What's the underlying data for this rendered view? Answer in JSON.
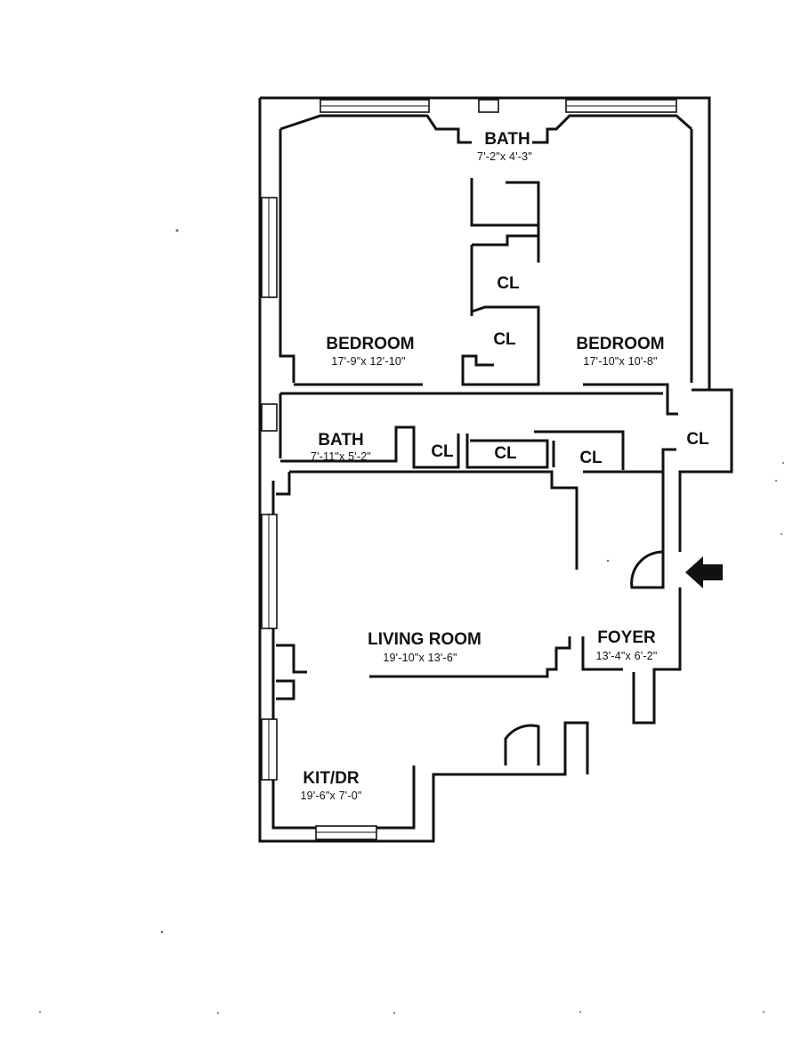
{
  "rooms": {
    "bath_top": {
      "name": "BATH",
      "dims": "7'-2\"x 4'-3\""
    },
    "bedroom_left": {
      "name": "BEDROOM",
      "dims": "17'-9\"x 12'-10\""
    },
    "bedroom_right": {
      "name": "BEDROOM",
      "dims": "17'-10\"x 10'-8\""
    },
    "bath_mid": {
      "name": "BATH",
      "dims": "7'-11\"x 5'-2\""
    },
    "living": {
      "name": "LIVING ROOM",
      "dims": "19'-10\"x 13'-6\""
    },
    "foyer": {
      "name": "FOYER",
      "dims": "13'-4\"x 6'-2\""
    },
    "kitdr": {
      "name": "KIT/DR",
      "dims": "19'-6\"x 7'-0\""
    }
  },
  "closets": {
    "cl1": "CL",
    "cl2": "CL",
    "cl3": "CL",
    "cl4": "CL",
    "cl5": "CL",
    "cl6": "CL"
  },
  "entry_arrow_icon": "left-arrow-icon"
}
